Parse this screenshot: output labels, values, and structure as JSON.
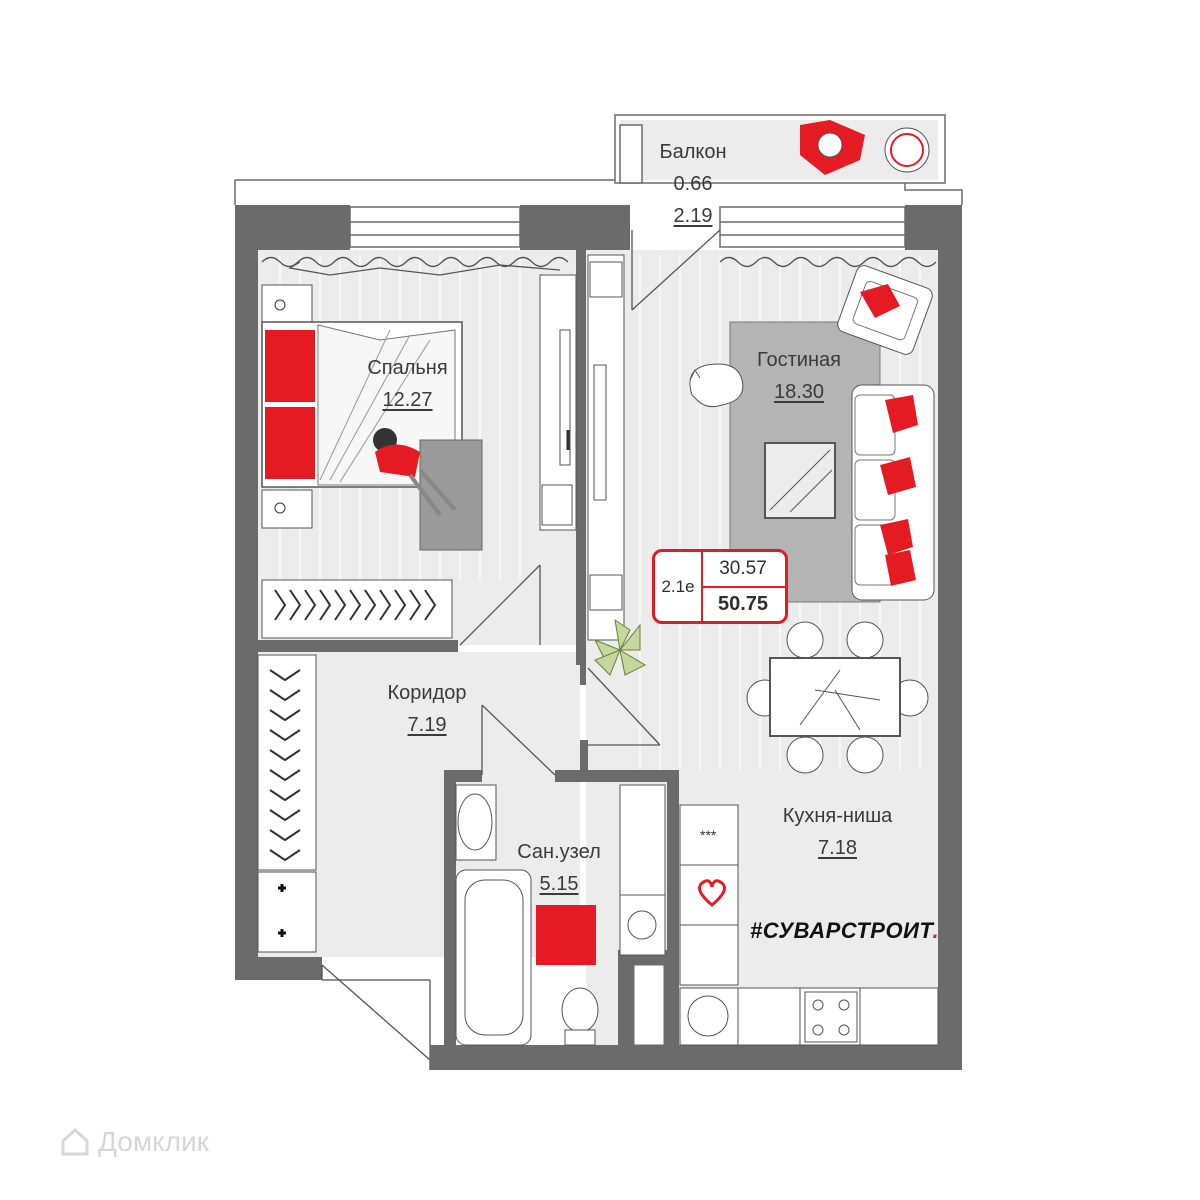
{
  "rooms": {
    "balcony": {
      "name": "Балкон",
      "area_living": "0.66",
      "area_total": "2.19"
    },
    "bedroom": {
      "name": "Спальня",
      "area": "12.27"
    },
    "living": {
      "name": "Гостиная",
      "area": "18.30"
    },
    "corridor": {
      "name": "Коридор",
      "area": "7.19"
    },
    "bathroom": {
      "name": "Сан.узел",
      "area": "5.15"
    },
    "kitchen": {
      "name": "Кухня-ниша",
      "area": "7.18"
    }
  },
  "badge": {
    "type": "2.1е",
    "living_area": "30.57",
    "total_area": "50.75"
  },
  "brand": {
    "text": "#СУВАРСТРОИТ",
    "dot": "."
  },
  "watermark": {
    "text": "Домклик"
  },
  "colors": {
    "wall": "#6b6b6b",
    "floor": "#ececec",
    "accent": "#e41b23",
    "rug": "#b4b4b4"
  }
}
